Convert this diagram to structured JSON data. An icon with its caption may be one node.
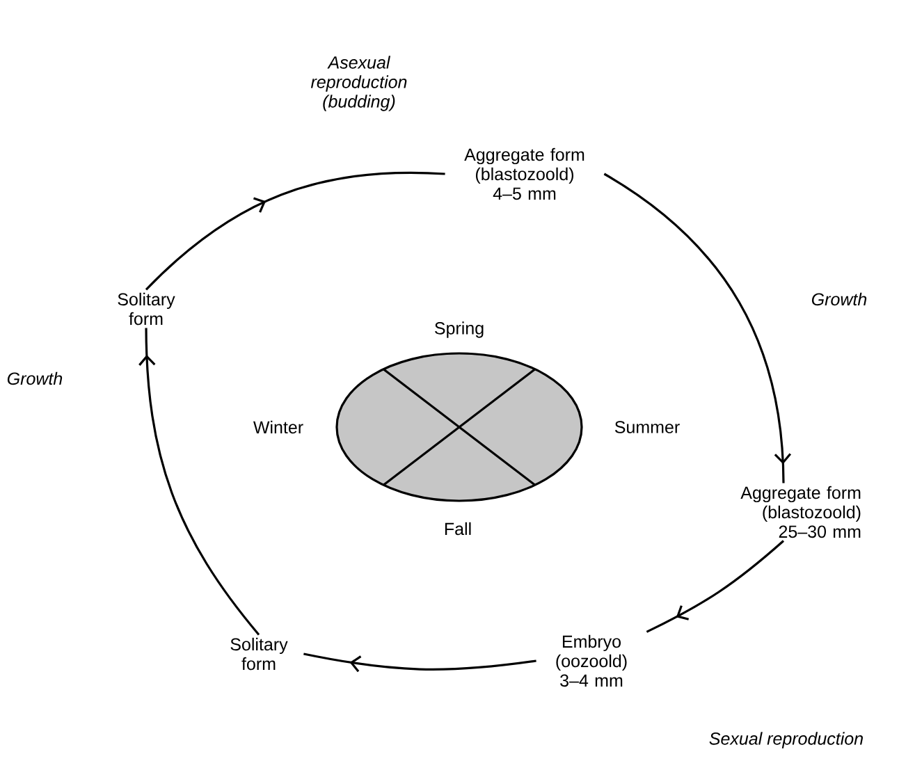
{
  "diagram": {
    "nodes": [
      {
        "text": [
          "Aggregate form (blastozoold) 4–5 mm"
        ]
      },
      {
        "text": [
          "Aggregate form (blastozoold) 25–30 mm"
        ]
      },
      {
        "text": [
          "Embryo (oozoold) 3–4 mm"
        ]
      },
      {
        "text": [
          "Solitary form"
        ]
      },
      {
        "text": [
          "Solitary form"
        ]
      }
    ],
    "edges": [
      {
        "from": 0,
        "to": 1,
        "arrow": "to",
        "label": "Growth"
      },
      {
        "from": 1,
        "to": 2,
        "arrow": "to"
      },
      {
        "from": 2,
        "to": 3,
        "arrow": "to"
      },
      {
        "from": 3,
        "to": 4,
        "arrow": "to",
        "label": "Growth"
      },
      {
        "from": 4,
        "to": 0,
        "arrow": "to",
        "label": "Asexual reproduction (budding)"
      }
    ],
    "labels": [
      "Spring",
      "Winter",
      "Summer",
      "Fall",
      "Sexual reproduction"
    ]
  }
}
